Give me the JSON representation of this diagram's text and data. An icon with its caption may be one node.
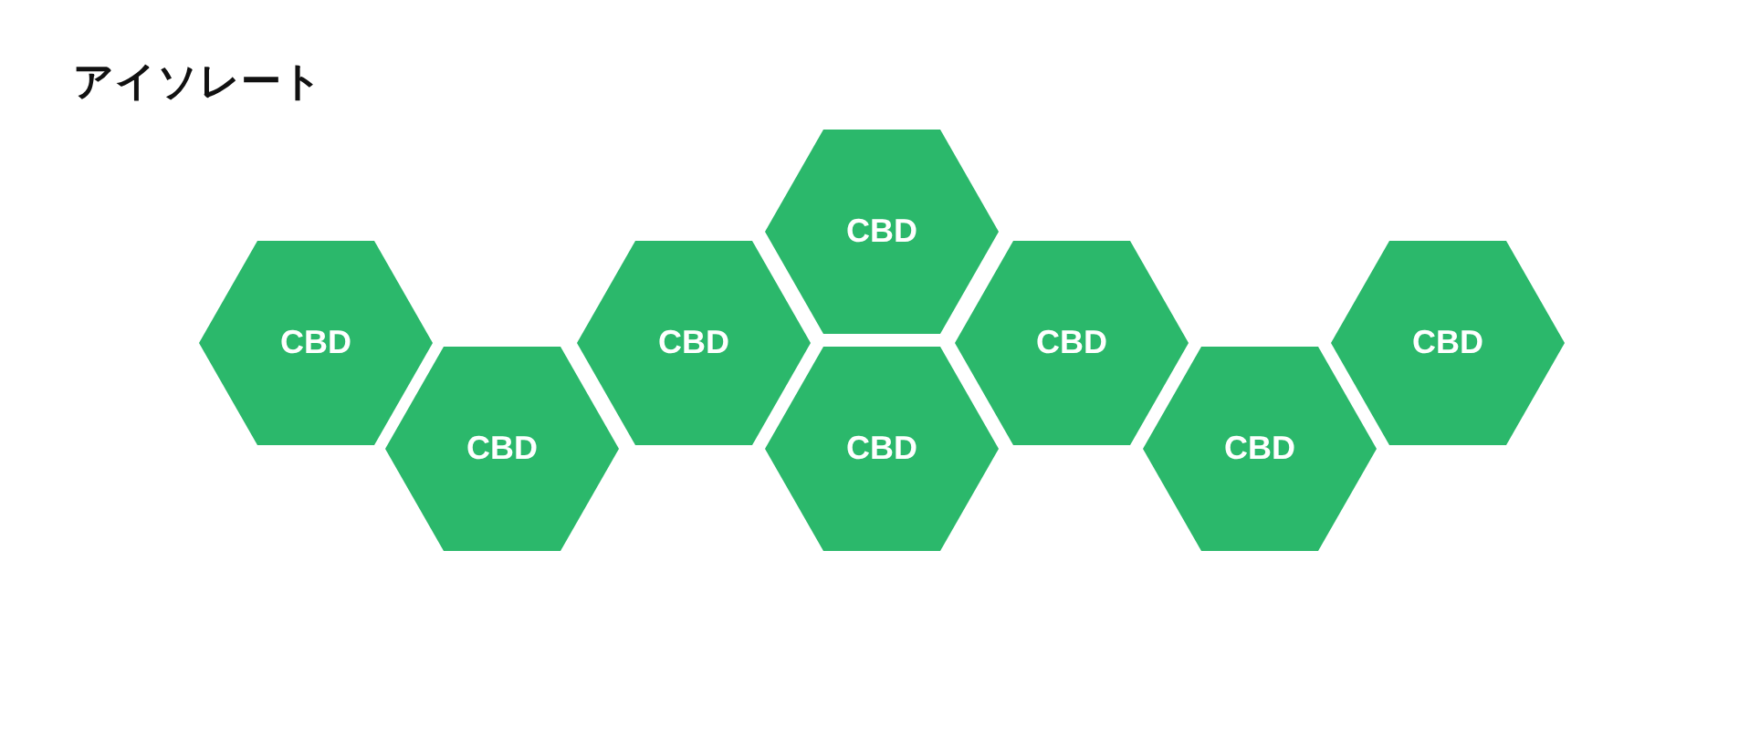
{
  "diagram": {
    "title": "アイソレート",
    "nodes": [
      {
        "text": [
          "CBD"
        ]
      },
      {
        "text": [
          "CBD"
        ]
      },
      {
        "text": [
          "CBD"
        ]
      },
      {
        "text": [
          "CBD"
        ]
      },
      {
        "text": [
          "CBD"
        ]
      },
      {
        "text": [
          "CBD"
        ]
      },
      {
        "text": [
          "CBD"
        ]
      },
      {
        "text": [
          "CBD"
        ]
      }
    ]
  }
}
